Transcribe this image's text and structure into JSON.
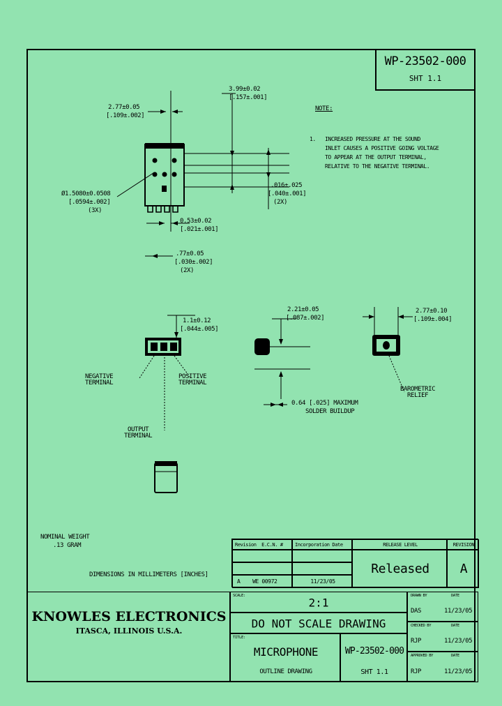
{
  "drawing": {
    "part_number": "WP-23502-000",
    "sheet": "SHT 1.1",
    "note_heading": "NOTE:",
    "note_marker": "1.",
    "note_lines": [
      "INCREASED PRESSURE AT THE SOUND",
      "INLET CAUSES A POSITIVE GOING VOLTAGE",
      "TO APPEAR AT THE OUTPUT TERMINAL,",
      "RELATIVE TO THE NEGATIVE TERMINAL."
    ],
    "nominal_weight_label": "NOMINAL WEIGHT",
    "nominal_weight_value": ".13 GRAM",
    "units_note": "DIMENSIONS IN MILLIMETERS [INCHES]"
  },
  "dimensions": {
    "width_mm": "2.77±0.05",
    "width_in": "[.109±.002]",
    "length_mm": "3.99±0.02",
    "length_in": "[.157±.001]",
    "hole_dia": "Ø1.5080±0.0508",
    "hole_dia_in": "[.0594±.002]",
    "hole_qty": "(3X)",
    "offset_mm": "0.53±0.02",
    "offset_in": "[.021±.001]",
    "pitch_mm": ".77±0.05",
    "pitch_in": "[.030±.002]",
    "pitch_qty": "(2X)",
    "pad_mm": ".016±.025",
    "pad_in": "[.040±.001]",
    "pad_qty": "(2X)",
    "term_mm": "1.1±0.12",
    "term_in": "[.044±.005]",
    "height_mm": "2.21±0.05",
    "height_in": "[.087±.002]",
    "barorelief_mm": "2.77±0.10",
    "barorelief_in": "[.109±.004]",
    "solder_line1": "0.64 [.025] MAXIMUM",
    "solder_line2": "SOLDER BUILDUP"
  },
  "callouts": {
    "negative_terminal": "NEGATIVE\nTERMINAL",
    "positive_terminal": "POSITIVE\nTERMINAL",
    "output_terminal": "OUTPUT\nTERMINAL",
    "barometric_relief": "BAROMETRIC\nRELIEF"
  },
  "revision_table": {
    "headers": [
      "Revision  E.C.N. #",
      "Incorporation Date",
      "RELEASE LEVEL",
      "REVISION"
    ],
    "release_level": "Released",
    "revision": "A",
    "rows": [
      {
        "revision": "",
        "date": ""
      },
      {
        "revision": "",
        "date": ""
      },
      {
        "revision": "A    WE 00972",
        "date": "11/23/05"
      }
    ]
  },
  "title_block": {
    "scale_label": "SCALE:",
    "scale_value": "2:1",
    "do_not_scale": "DO NOT SCALE DRAWING",
    "title_label": "TITLE:",
    "title_value": "MICROPHONE",
    "subtitle_value": "OUTLINE DRAWING",
    "part_number": "WP-23502-000",
    "sheet": "SHT 1.1",
    "signoffs": [
      {
        "role": "DRAWN BY",
        "date_label": "DATE",
        "name": "DAS",
        "date": "11/23/05"
      },
      {
        "role": "CHECKED BY",
        "date_label": "DATE",
        "name": "RJP",
        "date": "11/23/05"
      },
      {
        "role": "APPROVED BY",
        "date_label": "DATE",
        "name": "RJP",
        "date": "11/23/05"
      }
    ]
  },
  "colors": {
    "background": "#92e3b0",
    "ink": "#000000"
  }
}
